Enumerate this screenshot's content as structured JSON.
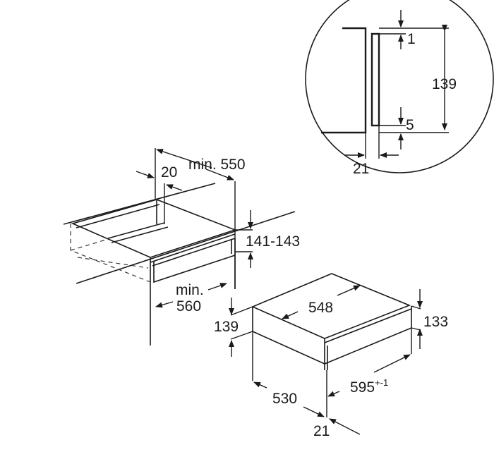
{
  "detail": {
    "top_gap": "1",
    "bottom_gap": "5",
    "height": "139",
    "depth": "21"
  },
  "niche": {
    "depth_min": "min. 550",
    "offset": "20",
    "height": "141-143",
    "width_min_label": "min.",
    "width_min": "560"
  },
  "appliance": {
    "depth": "548",
    "height": "133",
    "total_height": "139",
    "body_depth": "530",
    "width": "595",
    "width_tolerance": "+-1",
    "front_depth": "21"
  },
  "colors": {
    "line": "#1a1a1a",
    "background": "#ffffff"
  }
}
